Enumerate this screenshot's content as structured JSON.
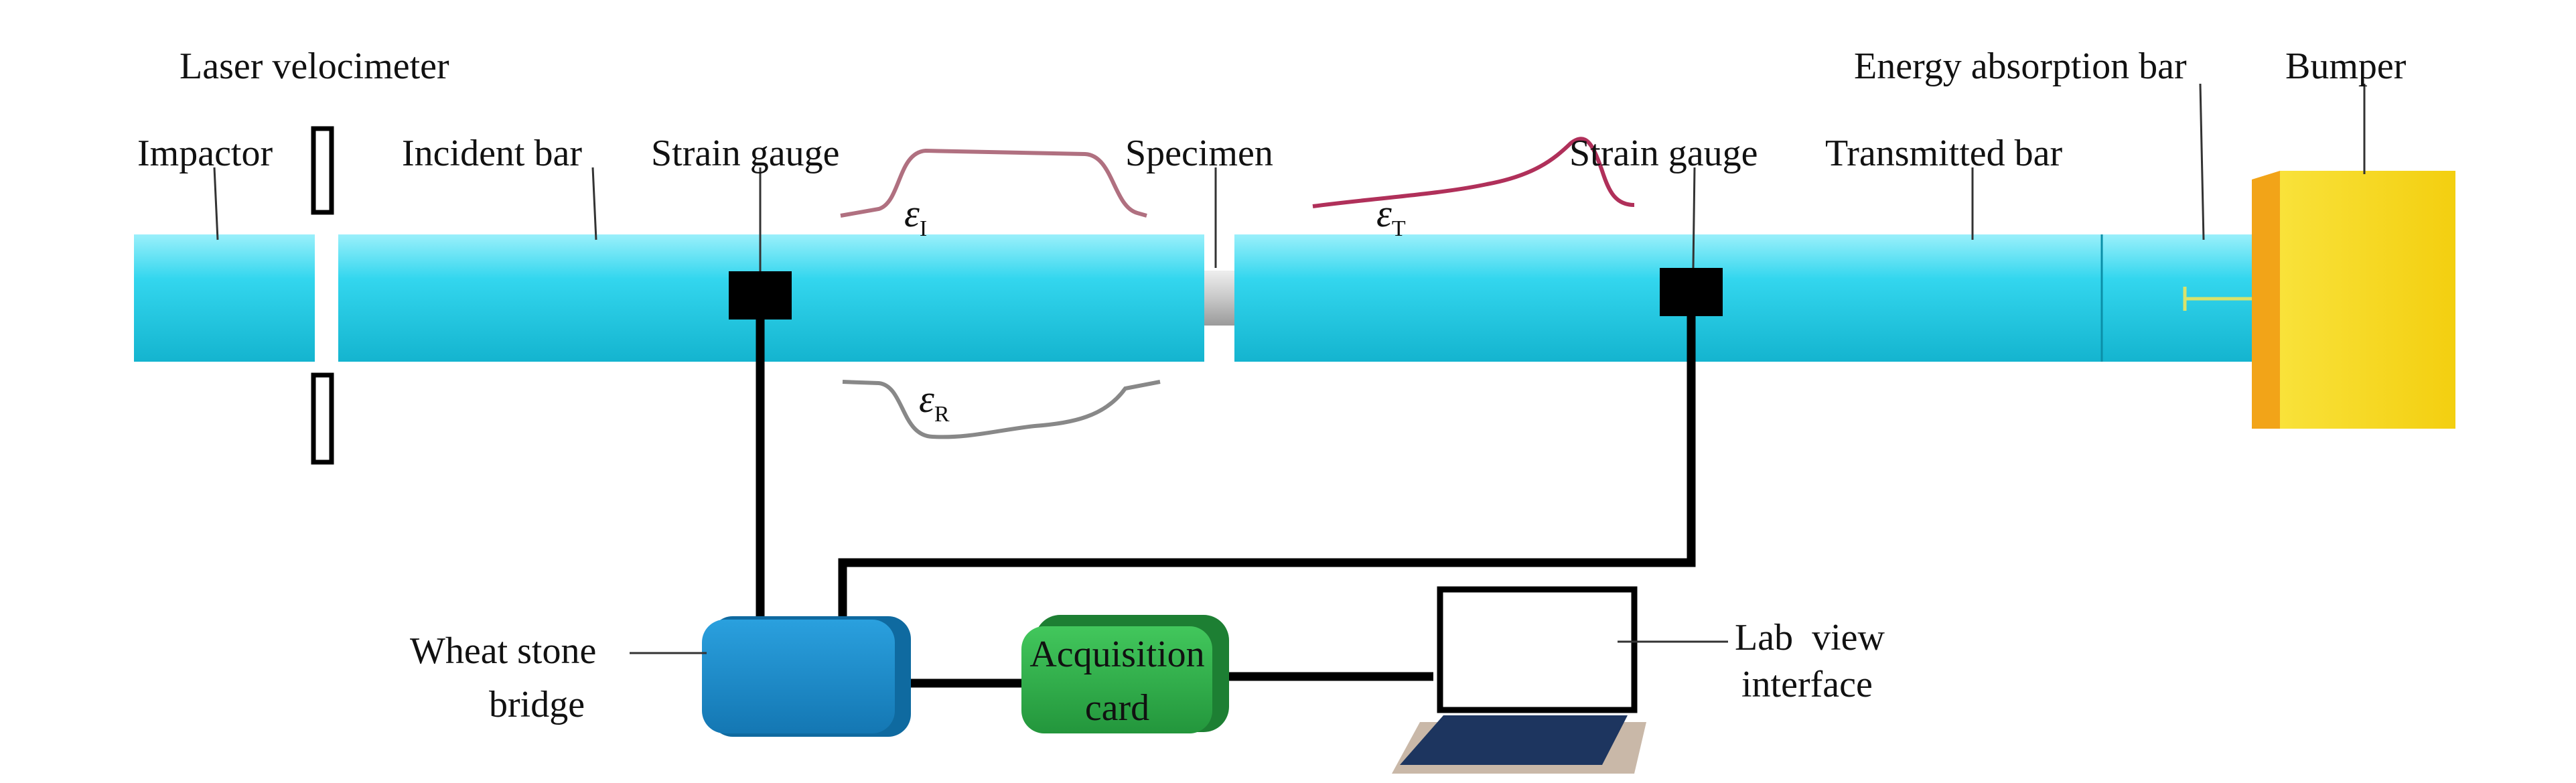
{
  "labels": {
    "laser_velocimeter": "Laser velocimeter",
    "impactor": "Impactor",
    "incident_bar": "Incident bar",
    "strain_gauge_left": "Strain gauge",
    "specimen": "Specimen",
    "strain_gauge_right": "Strain gauge",
    "transmitted_bar": "Transmitted bar",
    "energy_absorption_bar": "Energy absorption bar",
    "bumper": "Bumper",
    "wheatstone_line1": "Wheat stone",
    "wheatstone_line2": "bridge",
    "acquisition_line1": "Acquisition",
    "acquisition_line2": "card",
    "labview_line1": "Lab  view",
    "labview_line2": "interface"
  },
  "signals": {
    "incident": {
      "symbol": "ε",
      "subscript": "I"
    },
    "transmitted": {
      "symbol": "ε",
      "subscript": "T"
    },
    "reflected": {
      "symbol": "ε",
      "subscript": "R"
    }
  },
  "colors": {
    "bar_main": "#33d6ee",
    "bar_light": "#9af0fb",
    "bar_dark": "#0fa9c4",
    "gauge": "#000000",
    "wire": "#000000",
    "specimen": "#c8c8c8",
    "bumper_face": "#f7dc1c",
    "bumper_side": "#f2a418",
    "wheatstone": "#1e8fcf",
    "acquisition": "#2fb24a",
    "laptop_screen": "#ffffff",
    "laptop_keyboard": "#1d355f",
    "signal_incident": "#b07080",
    "signal_transmitted": "#b0305a",
    "signal_reflected": "#888888"
  }
}
